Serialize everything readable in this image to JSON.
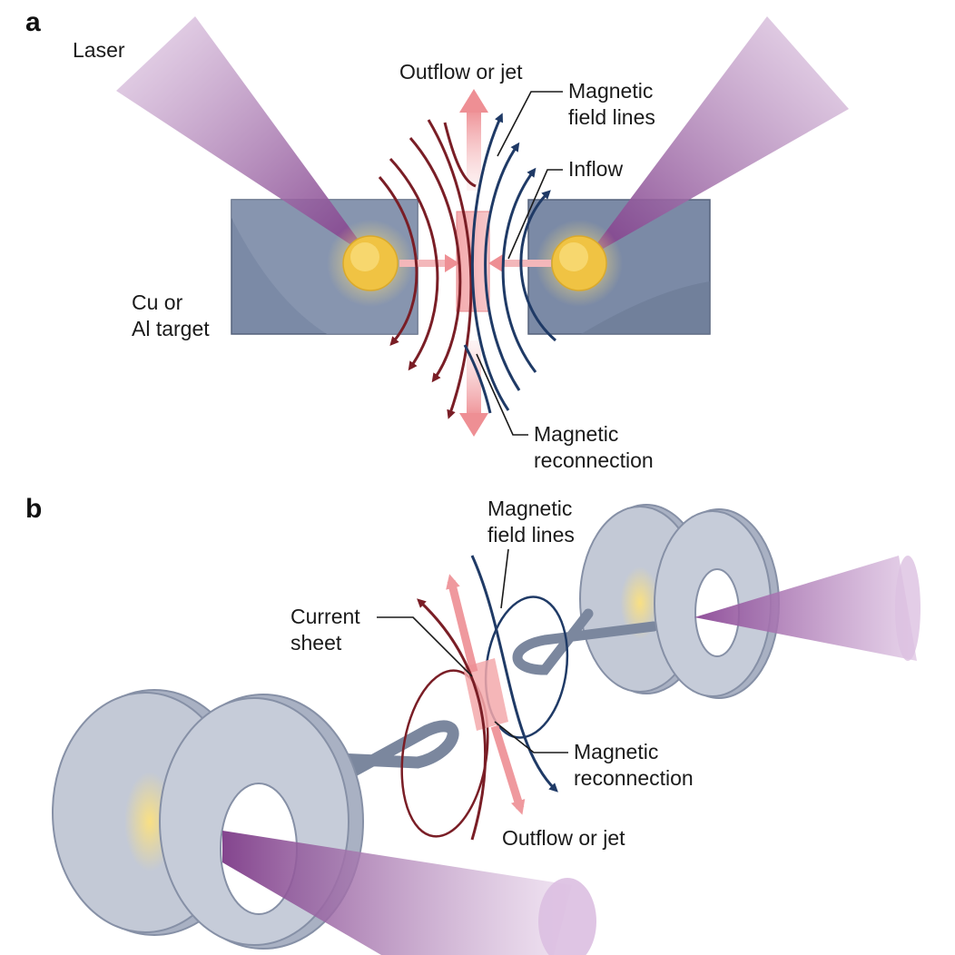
{
  "panel_a": {
    "panel_label": "a",
    "labels": {
      "laser": "Laser",
      "outflow": "Outflow or jet",
      "field_lines_1": "Magnetic",
      "field_lines_2": "field lines",
      "inflow": "Inflow",
      "target_1": "Cu or",
      "target_2": "Al target",
      "reconnection_1": "Magnetic",
      "reconnection_2": "reconnection"
    }
  },
  "panel_b": {
    "panel_label": "b",
    "labels": {
      "field_lines_1": "Magnetic",
      "field_lines_2": "field lines",
      "current_sheet_1": "Current",
      "current_sheet_2": "sheet",
      "reconnection_1": "Magnetic",
      "reconnection_2": "reconnection",
      "outflow": "Outflow or jet"
    }
  },
  "colors": {
    "laser": "#9b5fa6",
    "target": "#6f7f9c",
    "hotspot": "#f2c94c",
    "field_red": "#7a1e26",
    "field_blue": "#1f3a66",
    "flow_arrow": "#f0a3a6",
    "coil": "#b9c0cf"
  }
}
